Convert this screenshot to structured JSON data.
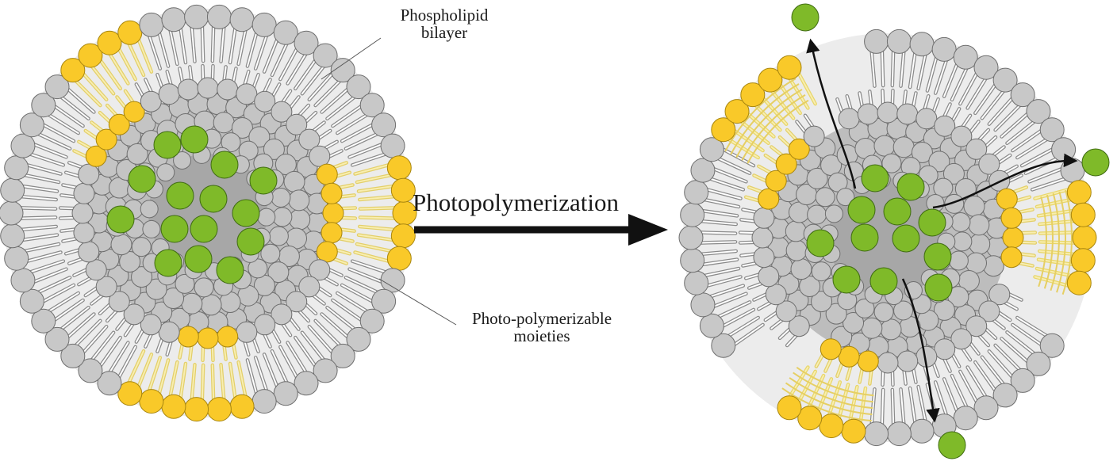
{
  "labels": {
    "bilayer": {
      "line1": "Phospholipid",
      "line2": "bilayer"
    },
    "moieties": {
      "line1": "Photo-polymerizable",
      "line2": "moieties"
    },
    "process": "Photopolymerization"
  },
  "colors": {
    "lipid_head": "#c8c8c8",
    "lipid_head_stroke": "#6e6e6e",
    "polymer_head": "#f9c929",
    "polymer_head_stroke": "#a8860f",
    "polymer_tail": "#f8eeb0",
    "cargo": "#7fba29",
    "cargo_stroke": "#3f6b12",
    "membrane_fill": "#ececec",
    "core": "#a7a7a7",
    "arrow": "#111111"
  },
  "icons": {
    "process_arrow": "arrow-right-icon",
    "release_arrows": "release-arrow-icon"
  }
}
